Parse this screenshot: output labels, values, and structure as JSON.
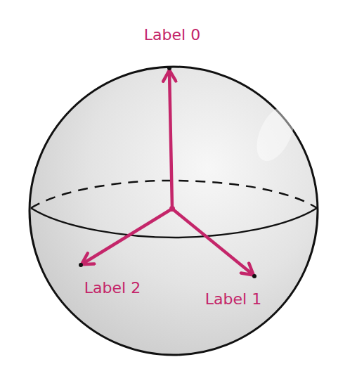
{
  "diagram": {
    "labels": [
      "Label 0",
      "Label 2",
      "Label 1"
    ]
  }
}
